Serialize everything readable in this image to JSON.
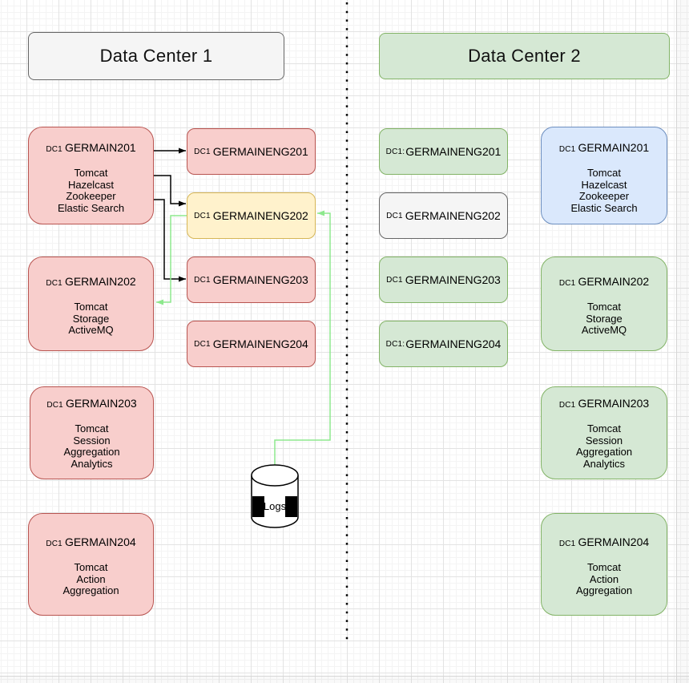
{
  "canvas": {
    "dc1": {
      "header": "Data Center 1",
      "servers": [
        {
          "prefix": "DC1",
          "name": "GERMAIN201",
          "services": [
            "Tomcat",
            "Hazelcast",
            "Zookeeper",
            "Elastic Search"
          ]
        },
        {
          "prefix": "DC1",
          "name": "GERMAIN202",
          "services": [
            "Tomcat",
            "Storage",
            "ActiveMQ"
          ]
        },
        {
          "prefix": "DC1",
          "name": "GERMAIN203",
          "services": [
            "Tomcat",
            "Session",
            "Aggregation",
            "Analytics"
          ]
        },
        {
          "prefix": "DC1",
          "name": "GERMAIN204",
          "services": [
            "Tomcat",
            "Action",
            "Aggregation"
          ]
        }
      ],
      "eng": [
        {
          "prefix": "DC1",
          "name": "GERMAINENG201"
        },
        {
          "prefix": "DC1",
          "name": "GERMAINENG202"
        },
        {
          "prefix": "DC1",
          "name": "GERMAINENG203"
        },
        {
          "prefix": "DC1",
          "name": "GERMAINENG204"
        }
      ],
      "logs_label": "Logs"
    },
    "dc2": {
      "header": "Data Center 2",
      "eng": [
        {
          "prefix": "DC1:",
          "name": "GERMAINENG201"
        },
        {
          "prefix": "DC1",
          "name": "GERMAINENG202"
        },
        {
          "prefix": "DC1",
          "name": "GERMAINENG203"
        },
        {
          "prefix": "DC1:",
          "name": "GERMAINENG204"
        }
      ],
      "servers": [
        {
          "prefix": "DC1",
          "name": "GERMAIN201",
          "services": [
            "Tomcat",
            "Hazelcast",
            "Zookeeper",
            "Elastic Search"
          ]
        },
        {
          "prefix": "DC1",
          "name": "GERMAIN202",
          "services": [
            "Tomcat",
            "Storage",
            "ActiveMQ"
          ]
        },
        {
          "prefix": "DC1",
          "name": "GERMAIN203",
          "services": [
            "Tomcat",
            "Session",
            "Aggregation",
            "Analytics"
          ]
        },
        {
          "prefix": "DC1",
          "name": "GERMAIN204",
          "services": [
            "Tomcat",
            "Action",
            "Aggregation"
          ]
        }
      ]
    },
    "colors": {
      "node_red_fill": "#f8cecc",
      "node_red_stroke": "#b85450",
      "node_yellow_fill": "#fff2cc",
      "node_yellow_stroke": "#d6b656",
      "node_green_fill": "#d5e8d4",
      "node_green_stroke": "#82b366",
      "node_blue_fill": "#dae8fc",
      "node_blue_stroke": "#6c8ebf",
      "node_gray_fill": "#f5f5f5",
      "node_gray_stroke": "#666666",
      "connector_black": "#000000",
      "connector_green": "#8de88d"
    }
  }
}
